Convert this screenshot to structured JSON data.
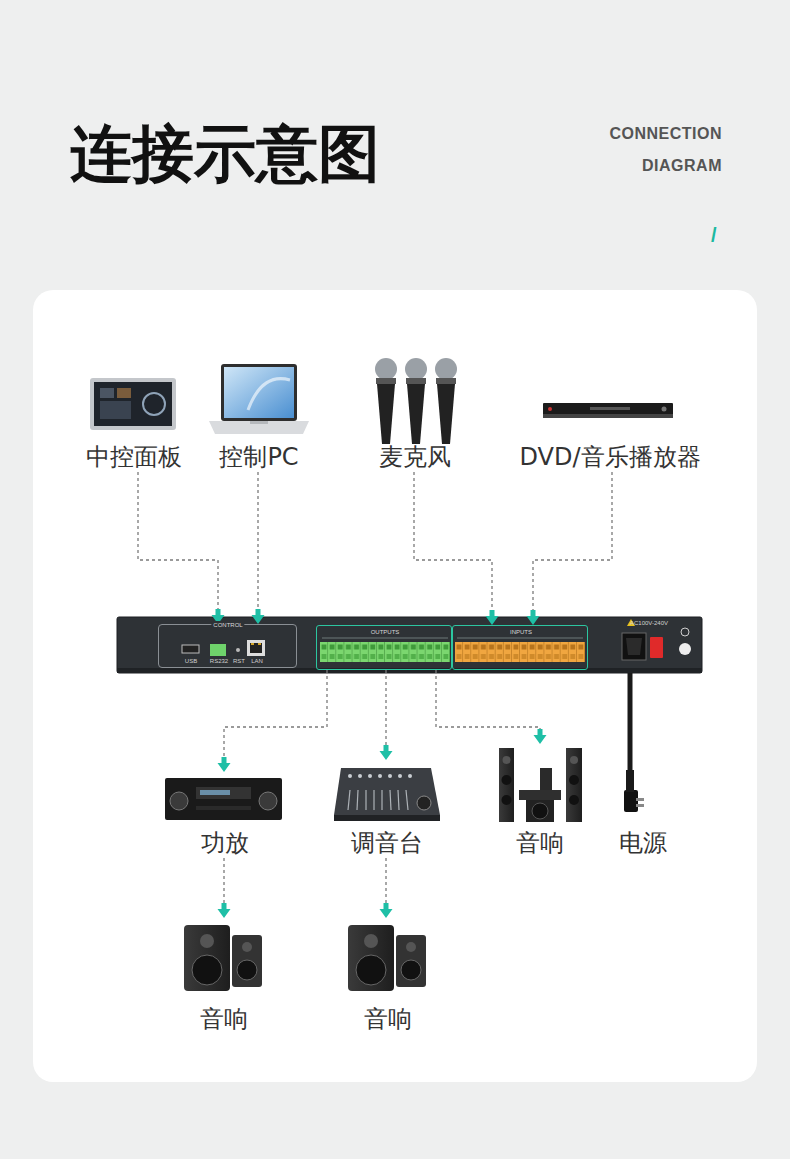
{
  "diagram": {
    "title": "连接示意图",
    "nodes": [
      {
        "text": [
          "中控面板"
        ]
      },
      {
        "text": [
          "控制PC"
        ]
      },
      {
        "text": [
          "麦克风"
        ]
      },
      {
        "text": [
          "DVD/音乐播放器"
        ]
      },
      {
        "text": [
          "AC100V-240V"
        ]
      },
      {
        "text": [
          "CONTROL",
          "USB",
          "RS232",
          "RST",
          "LAN"
        ],
        "in": 4
      },
      {
        "text": [
          "OUTPUTS"
        ],
        "in": 4
      },
      {
        "text": [
          "INPUTS"
        ],
        "in": 4
      },
      {
        "text": [
          "功放"
        ]
      },
      {
        "text": [
          "调音台"
        ]
      },
      {
        "text": [
          "音响"
        ]
      },
      {
        "text": [
          "电源"
        ]
      },
      {
        "text": [
          "音响"
        ]
      },
      {
        "text": [
          "音响"
        ]
      }
    ],
    "edges": [
      {
        "from": 0,
        "to": 5,
        "arrow": "to"
      },
      {
        "from": 1,
        "to": 5,
        "arrow": "to"
      },
      {
        "from": 2,
        "to": 7,
        "arrow": "to"
      },
      {
        "from": 3,
        "to": 7,
        "arrow": "to"
      },
      {
        "from": 6,
        "to": 8,
        "arrow": "to"
      },
      {
        "from": 6,
        "to": 9,
        "arrow": "to"
      },
      {
        "from": 6,
        "to": 10,
        "arrow": "to"
      },
      {
        "from": 8,
        "to": 12,
        "arrow": "to"
      },
      {
        "from": 9,
        "to": 13,
        "arrow": "to"
      },
      {
        "from": 4,
        "to": 11,
        "arrow": "none"
      }
    ],
    "labels": [
      "CONNECTION DIAGRAM",
      "/"
    ]
  }
}
